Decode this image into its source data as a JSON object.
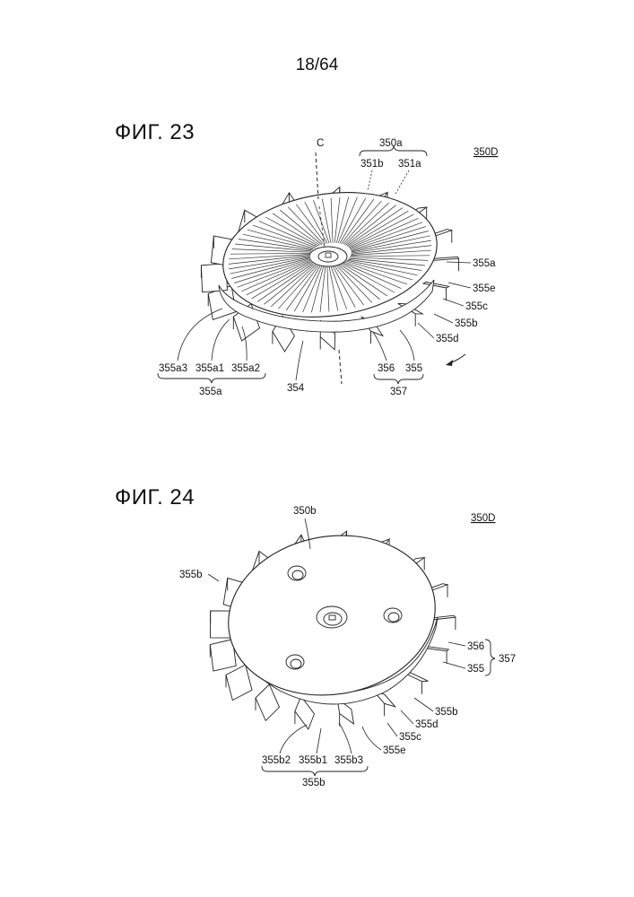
{
  "page_number": "18/64",
  "figures": [
    {
      "title": "ФИГ. 23",
      "ref": "350D",
      "labels": {
        "axis": "C",
        "top_group": "350a",
        "top_left": "351b",
        "top_right": "351a",
        "r1": "355a",
        "r2": "355e",
        "r3": "355c",
        "r4": "355b",
        "r5": "355d",
        "b_a3": "355a3",
        "b_a1": "355a1",
        "b_a2": "355a2",
        "b_group": "355a",
        "center": "354",
        "b_356": "356",
        "b_355": "355",
        "b_357": "357"
      }
    },
    {
      "title": "ФИГ. 24",
      "ref": "350D",
      "labels": {
        "top": "350b",
        "left": "355b",
        "r_356": "356",
        "r_355": "355",
        "r_357": "357",
        "r_355b": "355b",
        "r_355d": "355d",
        "r_355c": "355c",
        "r_355e": "355e",
        "b_b2": "355b2",
        "b_b1": "355b1",
        "b_b3": "355b3",
        "b_group": "355b"
      }
    }
  ]
}
